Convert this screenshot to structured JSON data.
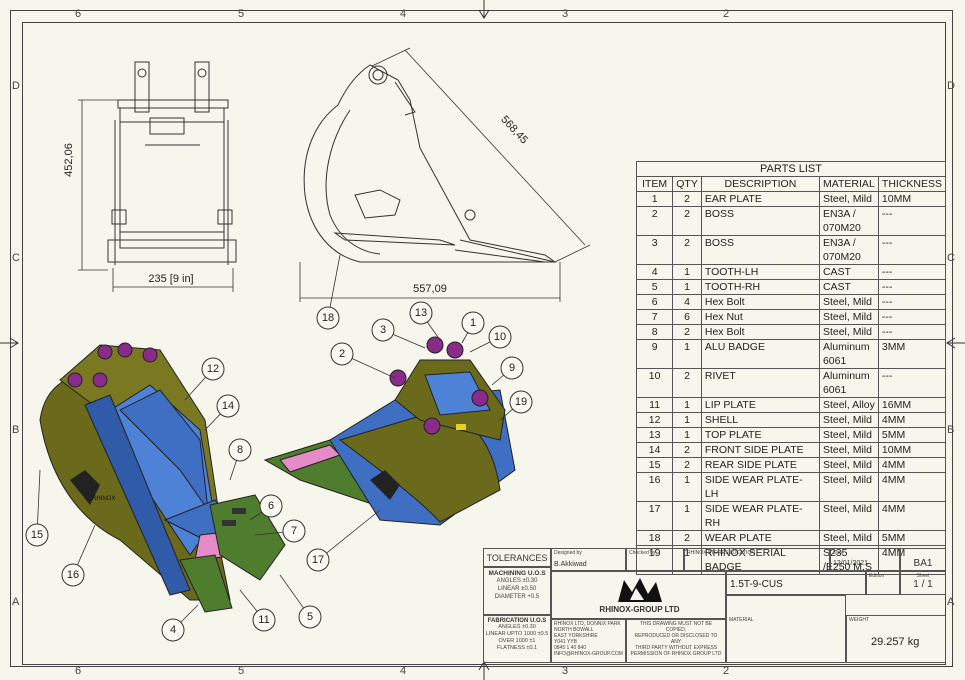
{
  "zones": {
    "top": [
      "6",
      "5",
      "4",
      "3",
      "2"
    ],
    "bottom": [
      "6",
      "5",
      "4",
      "3",
      "2"
    ],
    "left": [
      "D",
      "C",
      "B",
      "A"
    ],
    "right": [
      "D",
      "C",
      "B",
      "A"
    ]
  },
  "dimensions": {
    "height": "452,06",
    "width_front": "235 [9 in]",
    "diagonal": "568,45",
    "length": "557,09"
  },
  "side_label": "RHINOX",
  "parts_list": {
    "title": "PARTS LIST",
    "headers": [
      "ITEM",
      "QTY",
      "DESCRIPTION",
      "MATERIAL",
      "THICKNESS"
    ],
    "rows": [
      {
        "item": "1",
        "qty": "2",
        "desc": "EAR PLATE",
        "mat": "Steel, Mild",
        "thk": "10MM"
      },
      {
        "item": "2",
        "qty": "2",
        "desc": "BOSS",
        "mat": "EN3A / 070M20",
        "thk": "---"
      },
      {
        "item": "3",
        "qty": "2",
        "desc": "BOSS",
        "mat": "EN3A / 070M20",
        "thk": "---"
      },
      {
        "item": "4",
        "qty": "1",
        "desc": "TOOTH-LH",
        "mat": "CAST",
        "thk": "---"
      },
      {
        "item": "5",
        "qty": "1",
        "desc": "TOOTH-RH",
        "mat": "CAST",
        "thk": "---"
      },
      {
        "item": "6",
        "qty": "4",
        "desc": "Hex Bolt",
        "mat": "Steel, Mild",
        "thk": "---"
      },
      {
        "item": "7",
        "qty": "6",
        "desc": "Hex Nut",
        "mat": "Steel, Mild",
        "thk": "---"
      },
      {
        "item": "8",
        "qty": "2",
        "desc": "Hex Bolt",
        "mat": "Steel, Mild",
        "thk": "---"
      },
      {
        "item": "9",
        "qty": "1",
        "desc": "ALU BADGE",
        "mat": "Aluminum 6061",
        "thk": "3MM"
      },
      {
        "item": "10",
        "qty": "2",
        "desc": "RIVET",
        "mat": "Aluminum 6061",
        "thk": "---"
      },
      {
        "item": "11",
        "qty": "1",
        "desc": "LIP PLATE",
        "mat": "Steel, Alloy",
        "thk": "16MM"
      },
      {
        "item": "12",
        "qty": "1",
        "desc": "SHELL",
        "mat": "Steel, Mild",
        "thk": "4MM"
      },
      {
        "item": "13",
        "qty": "1",
        "desc": "TOP PLATE",
        "mat": "Steel, Mild",
        "thk": "5MM"
      },
      {
        "item": "14",
        "qty": "2",
        "desc": "FRONT SIDE PLATE",
        "mat": "Steel, Mild",
        "thk": "10MM"
      },
      {
        "item": "15",
        "qty": "2",
        "desc": "REAR SIDE PLATE",
        "mat": "Steel, Mild",
        "thk": "4MM"
      },
      {
        "item": "16",
        "qty": "1",
        "desc": "SIDE WEAR PLATE-LH",
        "mat": "Steel, Mild",
        "thk": "4MM"
      },
      {
        "item": "17",
        "qty": "1",
        "desc": "SIDE WEAR PLATE-RH",
        "mat": "Steel, Mild",
        "thk": "4MM"
      },
      {
        "item": "18",
        "qty": "2",
        "desc": "WEAR PLATE",
        "mat": "Steel, Mild",
        "thk": "5MM"
      },
      {
        "item": "19",
        "qty": "1",
        "desc": "RHINOX SERIAL BADGE",
        "mat": "S235 /E250 M.S",
        "thk": "4MM"
      }
    ]
  },
  "title_block": {
    "tolerances_title": "TOLERANCES",
    "machining_title": "MACHINING U.O.S",
    "machining_lines": [
      "ANGLES ±0.30",
      "LINEAR ±0.50",
      "DIAMETER +0.5"
    ],
    "fabrication_title": "FABRICATION U.O.S",
    "fabrication_lines": [
      "ANGLES ±0.30",
      "LINEAR UPTO 1000 ±0.5",
      "OVER 1000 ±1",
      "FLATNESS ±0.1"
    ],
    "designed_by_label": "Designed by",
    "designed_by": "B.Akkiwad",
    "checked_by_label": "Checked by",
    "location": "RHINOX STORES LOCATION",
    "date_label": "Date",
    "date": "12/01/2021",
    "size": "BA1",
    "company": "RHINOX-GROUP LTD",
    "address_lines": [
      "RHINOX LTD, DONNIX PARK",
      "NORTH BOWALL",
      "EAST YORKSHIRE",
      "Y041 YYB",
      "0845 1 40 840",
      "INFO@RHINOX-GROUP.COM"
    ],
    "copyright_lines": [
      "THIS DRAWING MUST NOT BE COPIED,",
      "REPRODUCED OR DISCLOSED TO ANY",
      "THIRD PARTY WITHOUT EXPRESS",
      "PERMISSION OF RHINOX GROUP LTD"
    ],
    "part_number": "1.5T-9-CUS",
    "edition_label": "Edition",
    "sheet_label": "Sheet",
    "sheet": "1 / 1",
    "material_label": "MATERIAL",
    "weight_label": "WEIGHT",
    "weight": "29.257 kg"
  },
  "balloons": [
    "1",
    "2",
    "3",
    "4",
    "5",
    "6",
    "7",
    "8",
    "9",
    "10",
    "11",
    "12",
    "13",
    "14",
    "15",
    "16",
    "17",
    "18",
    "19"
  ],
  "colors": {
    "olive": "#6b6a1c",
    "blue": "#3f6fc2",
    "bluelight": "#4d82d6",
    "magenta": "#8a2a8a",
    "green": "#4f7d2e",
    "pink": "#e58cc8",
    "paper": "#f6f6ec"
  }
}
